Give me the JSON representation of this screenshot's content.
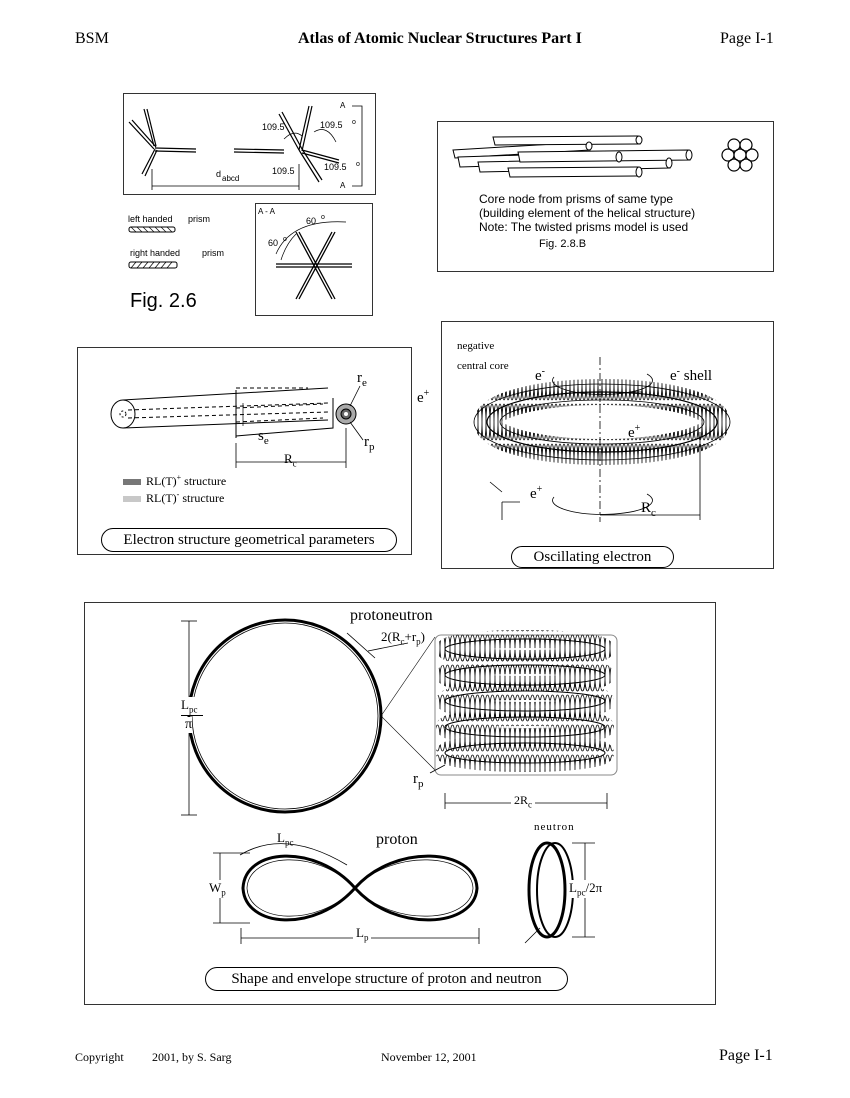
{
  "header": {
    "left": "BSM",
    "title": "Atlas of Atomic Nuclear Structures  Part I",
    "page": "Page I-1"
  },
  "fig26": {
    "caption": "Fig. 2.6",
    "angle_a": "109.5",
    "angle_b": "109.5",
    "angle_c": "109.5",
    "angle_d": "109.5",
    "deg": "o",
    "d_label": "d",
    "d_sub": "abcd",
    "section_a": "A",
    "section_aa": "A - A",
    "angle60a": "60",
    "angle60b": "60",
    "left_handed": "left handed",
    "right_handed": "right handed",
    "prism1": "prism",
    "prism2": "prism"
  },
  "fig28b": {
    "line1": "Core node from prisms of same type",
    "line2": "(building element of the helical structure)",
    "line3": "Note: The twisted prisms model is used",
    "caption": "Fig. 2.8.B"
  },
  "electron": {
    "caption": "Electron structure geometrical parameters",
    "re": "r",
    "re_sub": "e",
    "se": "s",
    "se_sub": "e",
    "rp": "r",
    "rp_sub": "p",
    "rc": "R",
    "rc_sub": "c",
    "legend1": "RL(T)",
    "legend1_sup": "+",
    "legend1_tail": " structure",
    "legend2": "RL(T)",
    "legend2_sup": "-",
    "legend2_tail": " structure",
    "eplus": "e",
    "eplus_sup": "+"
  },
  "oscillating": {
    "caption": "Oscillating electron",
    "neg1": "negative",
    "neg2": "central core",
    "e_minus": "e",
    "e_minus_sup": "-",
    "shell": "e",
    "shell_sup": "-",
    "shell_tail": " shell",
    "e_plus_in": "e",
    "e_plus_in_sup": "+",
    "e_plus_out": "e",
    "e_plus_out_sup": "+",
    "rc": "R",
    "rc_sub": "c"
  },
  "proton": {
    "caption": "Shape and envelope structure of proton and neutron",
    "protoneutron": "protoneutron",
    "thick": "2(R",
    "thick_sub1": "c",
    "thick_mid": "+r",
    "thick_sub2": "p",
    "thick_end": ")",
    "lpc": "L",
    "lpc_sub": "pc",
    "pi": "π",
    "rp": "r",
    "rp_sub": "p",
    "two_rc": "2R",
    "two_rc_sub": "c",
    "neutron": "neutron",
    "lpc2": "L",
    "lpc2_sub": "pc",
    "proton": "proton",
    "wp": "W",
    "wp_sub": "p",
    "lp": "L",
    "lp_sub": "p",
    "lpc2pi": "L",
    "lpc2pi_sub": "pc",
    "lpc2pi_tail": "/2π"
  },
  "footer": {
    "copyright": "Copyright",
    "year_author": "2001, by S. Sarg",
    "date": "November 12, 2001",
    "page": "Page I-1"
  }
}
